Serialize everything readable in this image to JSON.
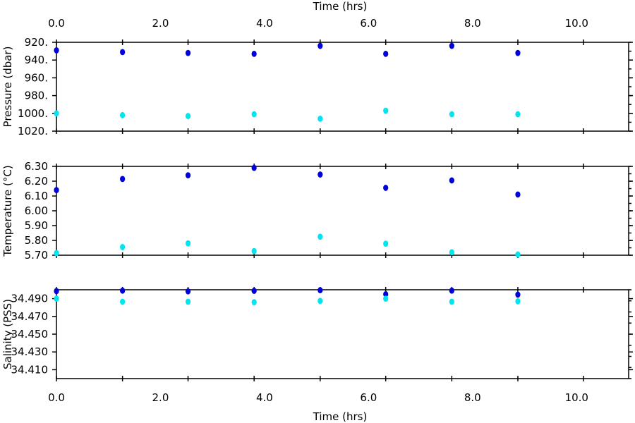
{
  "chart_data": {
    "type": "scatter",
    "xlabel": "Time (hrs)",
    "x_ticks": [
      "0.0",
      "2.0",
      "4.0",
      "6.0",
      "8.0",
      "10.0"
    ],
    "xlim": [
      0,
      11
    ],
    "colors": {
      "series_1": "#0000dd",
      "series_2": "#00e5ee"
    },
    "panels": [
      {
        "ylabel": "Pressure (dbar)",
        "ylim": [
          920,
          1020
        ],
        "y_inverted": true,
        "y_ticks": [
          "920.",
          "940.",
          "960.",
          "980.",
          "1000.",
          "1020."
        ],
        "series": [
          {
            "color": "#0000dd",
            "x": [
              0.0,
              1.27,
              2.53,
              3.8,
              5.07,
              6.33,
              7.6,
              8.87
            ],
            "y": [
              929,
              931,
              932,
              933,
              924,
              933,
              924,
              932
            ]
          },
          {
            "color": "#00e5ee",
            "x": [
              0.0,
              1.27,
              2.53,
              3.8,
              5.07,
              6.33,
              7.6,
              8.87
            ],
            "y": [
              1000,
              1002,
              1003,
              1001,
              1006,
              997,
              1001,
              1001
            ]
          }
        ]
      },
      {
        "ylabel": "Temperature (°C)",
        "ylim": [
          5.7,
          6.3
        ],
        "y_ticks": [
          "6.30",
          "6.20",
          "6.10",
          "6.00",
          "5.90",
          "5.80",
          "5.70"
        ],
        "series": [
          {
            "color": "#0000dd",
            "x": [
              0.0,
              1.27,
              2.53,
              3.8,
              5.07,
              6.33,
              7.6,
              8.87
            ],
            "y": [
              6.14,
              6.215,
              6.24,
              6.29,
              6.245,
              6.155,
              6.205,
              6.11
            ]
          },
          {
            "color": "#00e5ee",
            "x": [
              0.0,
              1.27,
              2.53,
              3.8,
              5.07,
              6.33,
              7.6,
              8.87
            ],
            "y": [
              5.715,
              5.755,
              5.78,
              5.728,
              5.825,
              5.778,
              5.72,
              5.705
            ]
          }
        ]
      },
      {
        "ylabel": "Salinity (PSS)",
        "ylim": [
          34.4,
          34.5
        ],
        "y_ticks": [
          "34.490",
          "34.470",
          "34.450",
          "34.430",
          "34.410"
        ],
        "series": [
          {
            "color": "#0000dd",
            "x": [
              0.0,
              1.27,
              2.53,
              3.8,
              5.07,
              6.33,
              7.6,
              8.87
            ],
            "y": [
              34.4985,
              34.499,
              34.4982,
              34.4988,
              34.4995,
              34.495,
              34.499,
              34.4945
            ]
          },
          {
            "color": "#00e5ee",
            "x": [
              0.0,
              1.27,
              2.53,
              3.8,
              5.07,
              6.33,
              7.6,
              8.87
            ],
            "y": [
              34.49,
              34.4865,
              34.4865,
              34.486,
              34.4875,
              34.49,
              34.4865,
              34.487
            ]
          }
        ]
      }
    ]
  }
}
